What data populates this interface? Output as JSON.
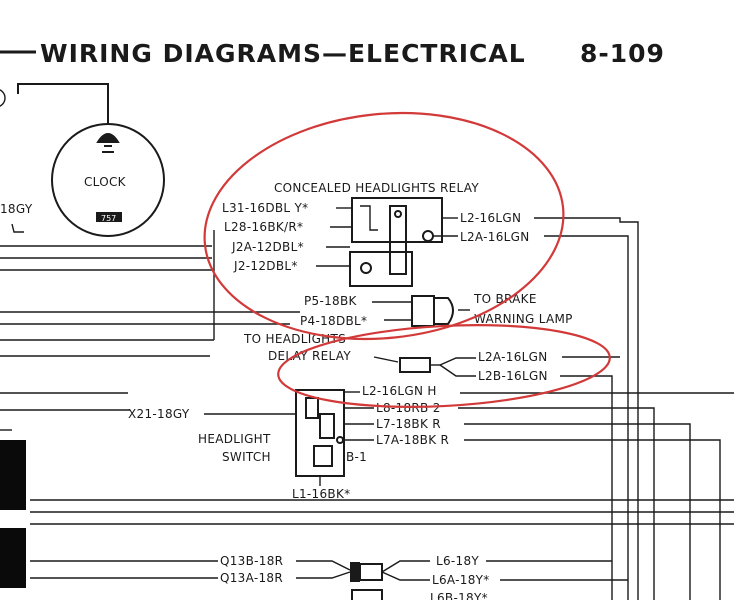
{
  "header": {
    "title": "WIRING DIAGRAMS—ELECTRICAL",
    "page_number": "8-109"
  },
  "clock": {
    "label": "CLOCK",
    "terminal_label": "757"
  },
  "left_wire": "18GY",
  "relay": {
    "title": "CONCEALED HEADLIGHTS RELAY",
    "left_wires": [
      "L31-16DBL Y*",
      "L28-16BK/R*",
      "J2A-12DBL*",
      "J2-12DBL*"
    ],
    "right_wires": [
      "L2-16LGN",
      "L2A-16LGN"
    ]
  },
  "brake": {
    "wires": [
      "P5-18BK",
      "P4-18DBL*"
    ],
    "label_line1": "TO BRAKE",
    "label_line2": "WARNING LAMP"
  },
  "delay": {
    "label_line1": "TO HEADLIGHTS",
    "label_line2": "DELAY RELAY",
    "wires": [
      "L2A-16LGN",
      "L2B-16LGN"
    ]
  },
  "switch": {
    "label_line1": "HEADLIGHT",
    "label_line2": "SWITCH",
    "left_wire": "X21-18GY",
    "right_wires": [
      "L2-16LGN H",
      "L8-18RB 2",
      "L7-18BK R",
      "L7A-18BK R"
    ],
    "terminal_b1": "B-1",
    "bottom_wire": "L1-16BK*"
  },
  "bottom": {
    "left_wires": [
      "Q13B-18R",
      "Q13A-18R"
    ],
    "right_wires": [
      "L6-18Y",
      "L6A-18Y*",
      "L6B-18Y*"
    ]
  }
}
